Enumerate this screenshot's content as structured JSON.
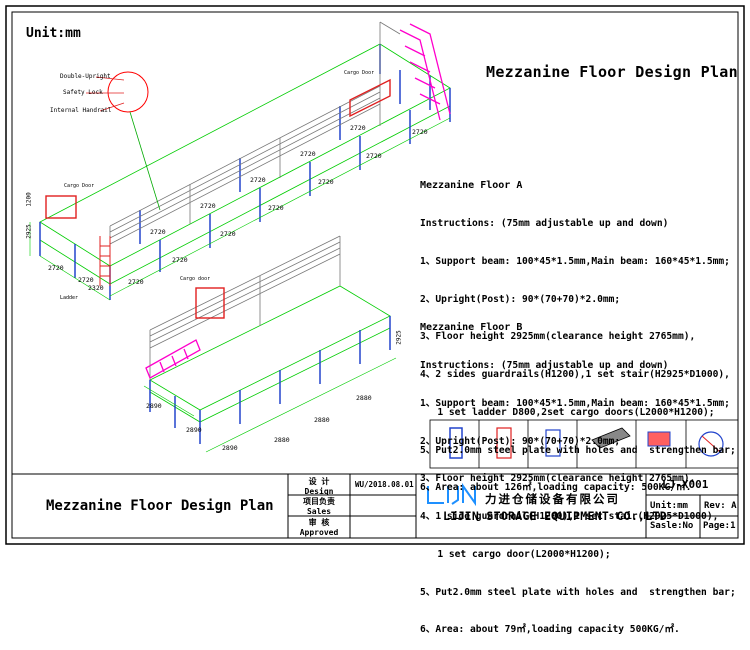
{
  "unit": "Unit:mm",
  "plan_title": "Mezzanine Floor Design Plan",
  "callouts": [
    "Double-Upright",
    "Safety Lock",
    "Internal Handrail"
  ],
  "small_labels": {
    "cargo_door_a1": "Cargo Door",
    "cargo_door_a2": "Cargo Door",
    "ladder": "Ladder",
    "cargo_door_b": "Cargo door"
  },
  "dims_a": [
    "2720",
    "2720",
    "2720",
    "2720",
    "2720",
    "2720",
    "2720",
    "2720",
    "2720",
    "2720",
    "2720",
    "2720",
    "2720",
    "2720",
    "2320",
    "1200",
    "2925"
  ],
  "dims_b": [
    "2890",
    "2890",
    "2890",
    "2880",
    "2880",
    "2880",
    "2925"
  ],
  "floor_a": {
    "title": "Mezzanine Floor A",
    "instructions": "Instructions: (75mm adjustable up and down)",
    "lines": [
      "1、Support beam: 100*45*1.5mm,Main beam: 160*45*1.5mm;",
      "2、Upright(Post): 90*(70+70)*2.0mm;",
      "3、Floor height 2925mm(clearance height 2765mm),",
      "4、2 sides guardrails(H1200),1 set stair(H2925*D1000),",
      "   1 set ladder D800,2set cargo doors(L2000*H1200);",
      "5、Put2.0mm steel plate with holes and  strengthen bar;",
      "6、Area: about 126㎡,loading capacity: 500KG/㎡."
    ]
  },
  "floor_b": {
    "title": "Mezzanine Floor B",
    "instructions": "Instructions: (75mm adjustable up and down)",
    "lines": [
      "1、Support beam: 100*45*1.5mm,Main beam: 160*45*1.5mm;",
      "2、Upright(Post): 90*(70+70)*2.0mm;",
      "3、Floor height 2925mm(clearance height 2765mm),",
      "4、1 side guardrail(H1200),1 set stair(H2925*D1000),",
      "   1 set cargo door(L2000*H1200);",
      "5、Put2.0mm steel plate with holes and  strengthen bar;",
      "6、Area: about 79㎡,loading capacity 500KG/㎡."
    ]
  },
  "title_block": {
    "title": "Mezzanine Floor Design Plan",
    "design_cn": "设 计",
    "design_en": "Design",
    "sales_cn": "项目负责",
    "sales_en": "Sales",
    "approved_cn": "审 核",
    "approved_en": "Approved",
    "date": "WU/2018.08.01",
    "company_cn": "力进仓储设备有限公司",
    "company_en": "LIJIN STORAGE EQUIPMENT CO.,LTD",
    "drawing_no": "LJ-X001",
    "unit": "Unit:mm",
    "rev": "Rev: A",
    "scale": "Sasle:No",
    "page": "Page:1"
  },
  "colors": {
    "frame": "#000000",
    "structure": "#00cc00",
    "upright": "#2244cc",
    "railing": "#666666",
    "accent_red": "#e02020",
    "stair": "#ff00cc",
    "link": "#00aa00"
  }
}
